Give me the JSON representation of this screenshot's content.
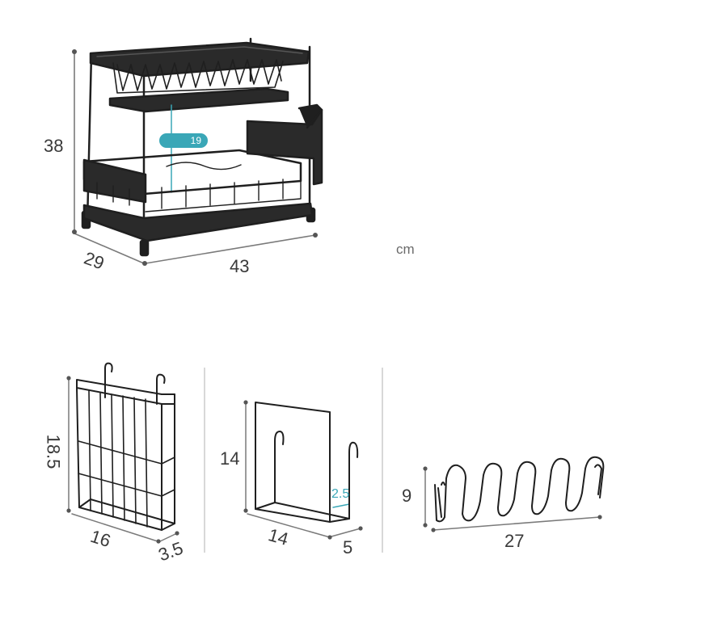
{
  "unit_label": "cm",
  "main_rack": {
    "height": "38",
    "depth": "29",
    "width": "43",
    "shelf_gap": "19"
  },
  "utensil_holder": {
    "height": "18.5",
    "width": "16",
    "depth": "3.5"
  },
  "board_holder": {
    "height": "14",
    "width": "14",
    "depth": "5",
    "lip": "2.5"
  },
  "cup_holder": {
    "height": "9",
    "width": "27"
  },
  "colors": {
    "line": "#1f1f1f",
    "dim_line": "#7a7a7a",
    "accent": "#3aa7b7",
    "tray": "#2a2a2a"
  }
}
